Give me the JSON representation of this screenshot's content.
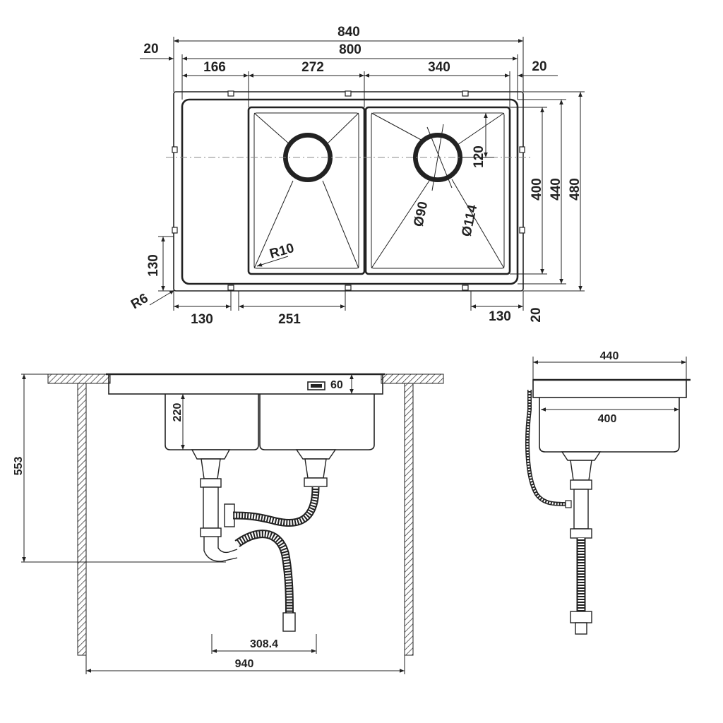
{
  "top_view": {
    "overall_width": "840",
    "inner_width": "800",
    "left_margin": "20",
    "right_margin": "20",
    "drainboard_width": "166",
    "bowl_left_width": "272",
    "bowl_right_width": "340",
    "bowl_height": "400",
    "inner_height": "440",
    "overall_height": "480",
    "drain_offset": "120",
    "drain_inner_dia": "Ø90",
    "drain_outer_dia": "Ø114",
    "corner_radius_bowl": "R10",
    "corner_radius_outer": "R6",
    "clip_height": "130",
    "clip_left": "130",
    "clip_spacing": "251",
    "clip_right": "130",
    "bottom_margin": "20"
  },
  "front_view": {
    "flange_height": "60",
    "bowl_depth": "220",
    "total_height": "553",
    "drain_spacing": "308.4",
    "cabinet_width": "940"
  },
  "side_view": {
    "overall_depth": "440",
    "bowl_depth": "400"
  }
}
